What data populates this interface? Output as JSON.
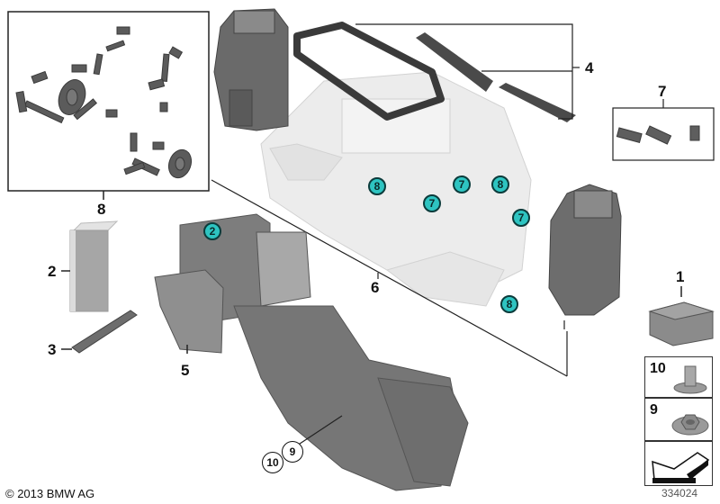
{
  "diagram": {
    "title": "",
    "copyright": "© 2013 BMW AG",
    "diagram_id": "334024",
    "accent_color": "#2ec4c1",
    "callouts": [
      {
        "id": "1",
        "label": "1"
      },
      {
        "id": "2",
        "label": "2"
      },
      {
        "id": "3",
        "label": "3"
      },
      {
        "id": "4",
        "label": "4"
      },
      {
        "id": "5",
        "label": "5"
      },
      {
        "id": "6",
        "label": "6"
      },
      {
        "id": "7",
        "label": "7"
      },
      {
        "id": "8",
        "label": "8"
      }
    ],
    "badges": [
      {
        "label": "2"
      },
      {
        "label": "8"
      },
      {
        "label": "7"
      },
      {
        "label": "7"
      },
      {
        "label": "8"
      },
      {
        "label": "7"
      },
      {
        "label": "8"
      }
    ],
    "ring_labels": [
      {
        "label": "9"
      },
      {
        "label": "10"
      }
    ],
    "side_parts": [
      {
        "label": "10"
      },
      {
        "label": "9"
      }
    ]
  }
}
